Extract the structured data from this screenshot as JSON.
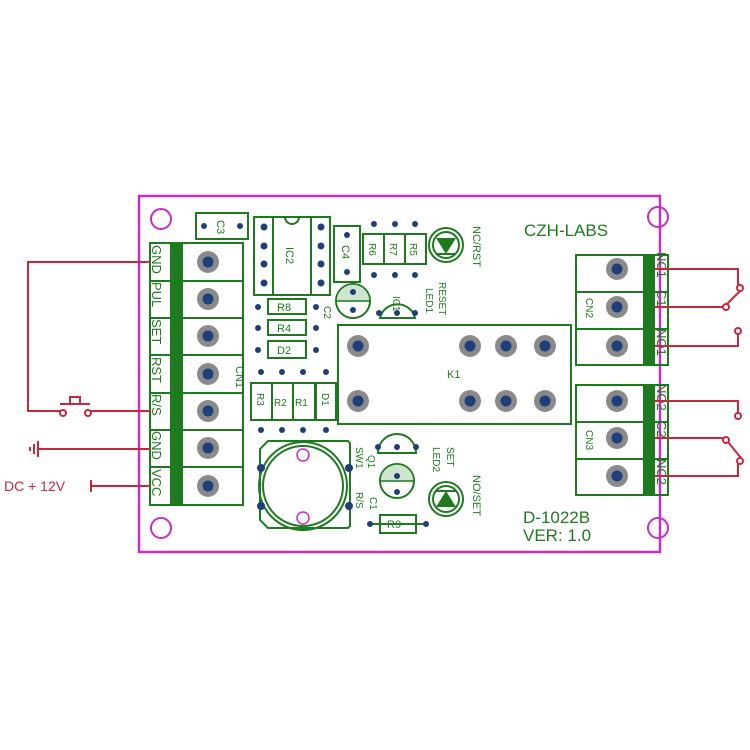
{
  "board": {
    "brand": "CZH-LABS",
    "model": "D-1022B",
    "version": "VER: 1.0",
    "colors": {
      "outline": "#c62ec6",
      "silkscreen": "#1e7a1e",
      "wire": "#c8283c",
      "pad": "#1e3f7a"
    }
  },
  "cn1": {
    "name": "CN1",
    "pins": [
      "GND",
      "PUL",
      "SET",
      "RST",
      "R/S",
      "GND",
      "VCC"
    ]
  },
  "cn2": {
    "name": "CN2",
    "pins": [
      "NC1",
      "C1",
      "NO1"
    ]
  },
  "cn3": {
    "name": "CN3",
    "pins": [
      "NO2",
      "C2",
      "NC2"
    ]
  },
  "components": {
    "c3": "C3",
    "ic2": "IC2",
    "c4": "C4",
    "r6": "R6",
    "r7": "R7",
    "r5": "R5",
    "led1": "LED1",
    "led1_func": "RESET",
    "led1_label": "NC/RST",
    "c2": "C2",
    "ic1": "IC1",
    "r8": "R8",
    "r4": "R4",
    "d2": "D2",
    "r3": "R3",
    "r2": "R2",
    "r1": "R1",
    "d1": "D1",
    "k1": "K1",
    "sw1": "SW1",
    "sw1_func": "R/S",
    "q1": "Q1",
    "c1": "C1",
    "r9": "R9",
    "led2": "LED2",
    "led2_func": "SET",
    "led2_label": "NO/SET"
  },
  "external": {
    "power_label": "DC + 12V"
  }
}
